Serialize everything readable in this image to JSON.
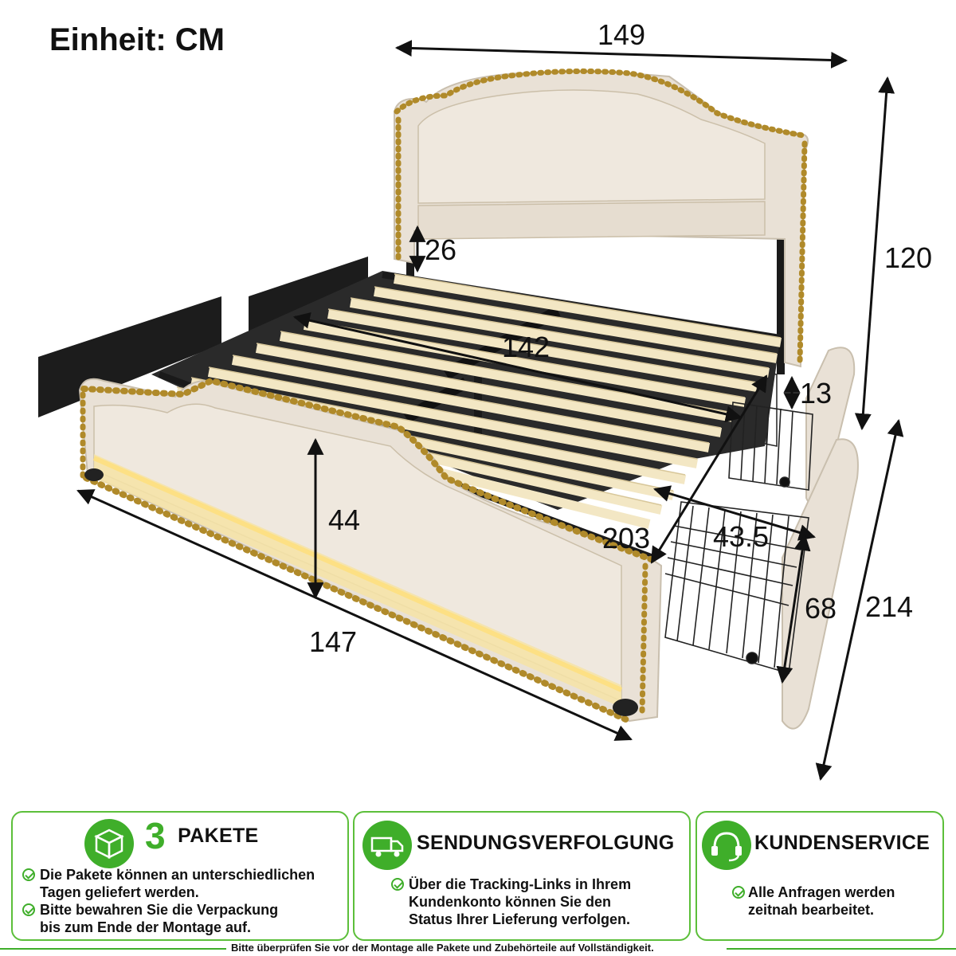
{
  "header": {
    "unit_label": "Einheit: CM"
  },
  "dimensions": {
    "width_top": "149",
    "height_total": "120",
    "clearance": "26",
    "length_inner": "142",
    "drawer_height": "13",
    "footboard_height": "44",
    "length_total": "203",
    "drawer_width": "43.5",
    "width_front": "147",
    "drawer_depth": "68",
    "length_side": "214"
  },
  "cards": [
    {
      "number": "3",
      "title": "PAKETE",
      "icon": "package-icon",
      "lines": [
        [
          "Die Pakete können an unterschiedlichen",
          "Tagen geliefert werden."
        ],
        [
          "Bitte bewahren Sie die Verpackung",
          "bis zum Ende der Montage auf."
        ]
      ]
    },
    {
      "title": "SENDUNGSVERFOLGUNG",
      "icon": "delivery-truck-icon",
      "lines": [
        [
          "Über die Tracking-Links in Ihrem",
          "Kundenkonto können Sie den",
          "Status Ihrer Lieferung verfolgen."
        ]
      ]
    },
    {
      "title": "KUNDENSERVICE",
      "icon": "headset-icon",
      "lines": [
        [
          "Alle Anfragen werden",
          "zeitnah bearbeitet."
        ]
      ]
    }
  ],
  "footer": {
    "note": "Bitte überprüfen Sie vor der Montage alle Pakete und Zubehörteile auf Vollständigkeit."
  },
  "colors": {
    "accent": "#3fae2a",
    "upholstery": "#e9e1d6",
    "stud": "#b08a2a",
    "frame": "#1a1a1a",
    "slat": "#f3e7c4"
  }
}
